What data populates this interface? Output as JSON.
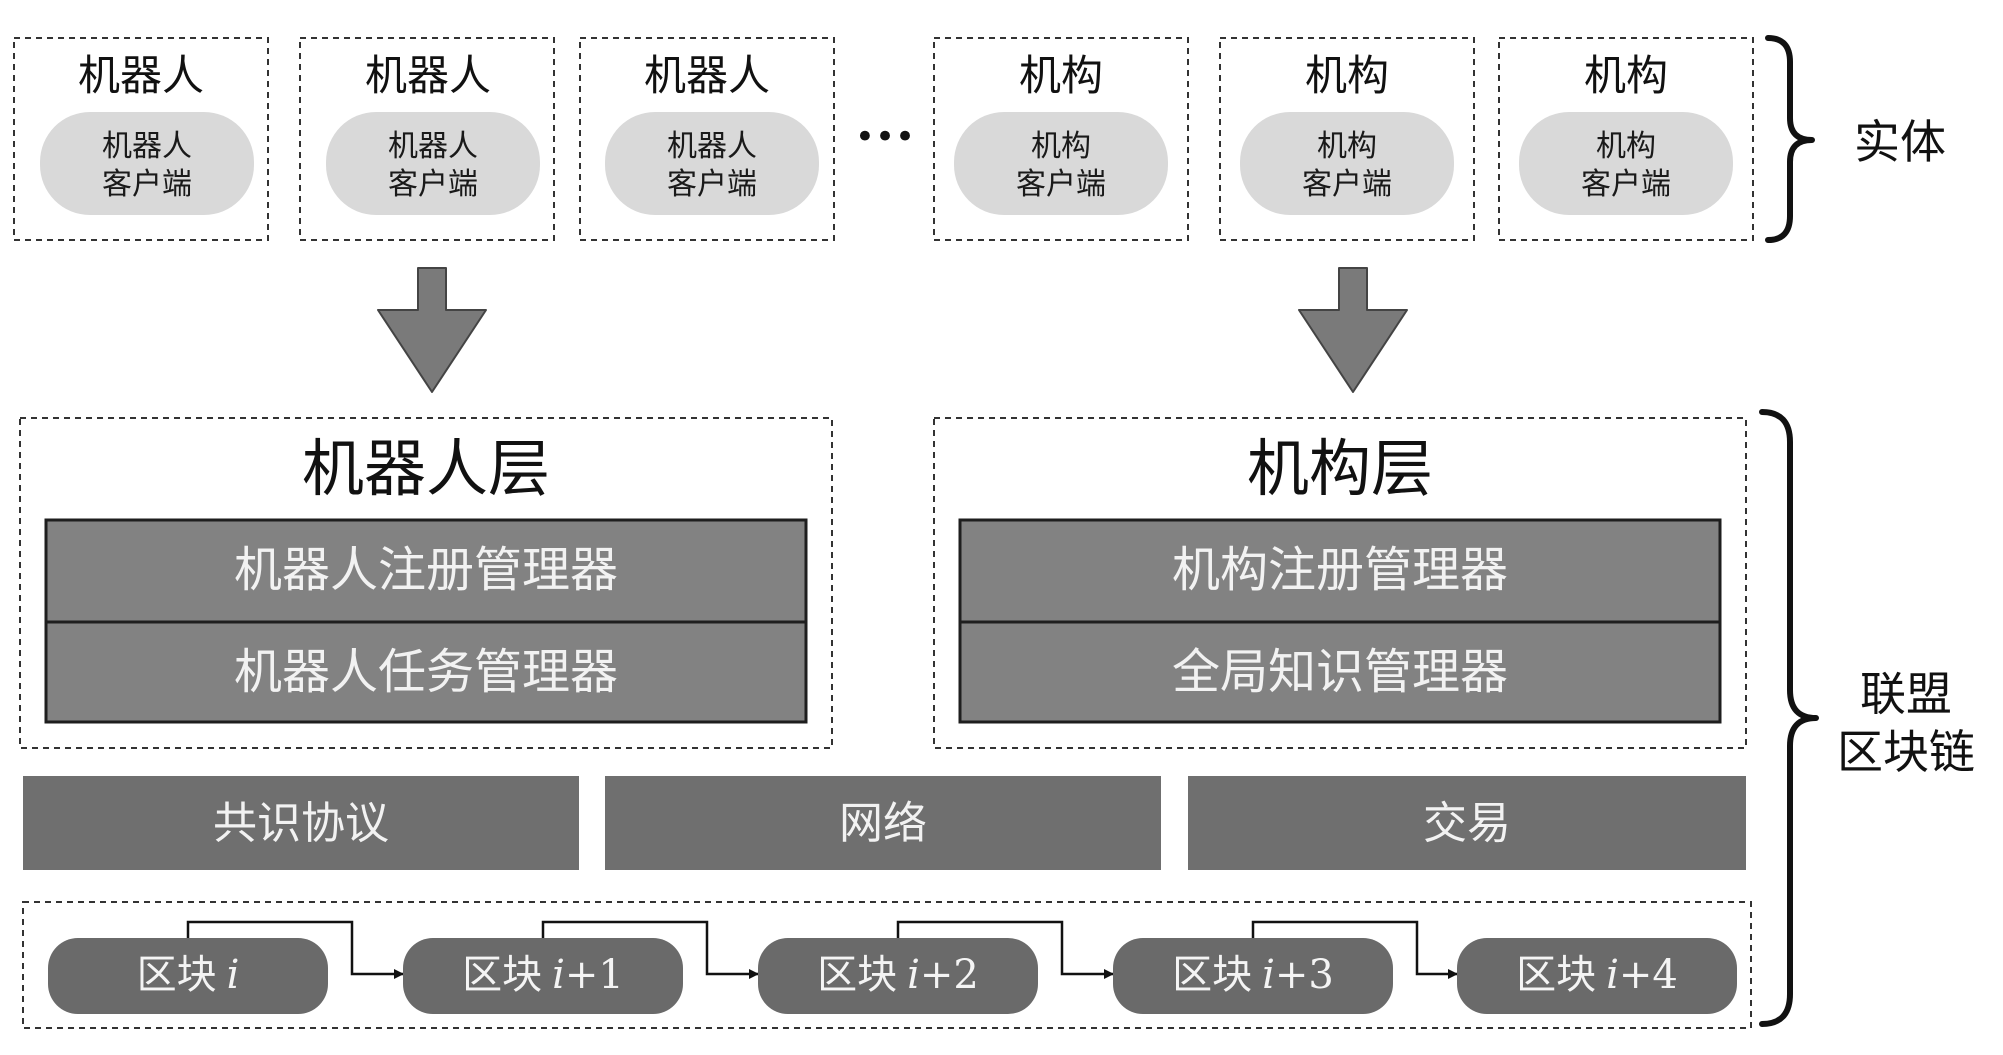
{
  "entities": {
    "cells": [
      {
        "title": "机器人",
        "client_line1": "机器人",
        "client_line2": "客户端"
      },
      {
        "title": "机器人",
        "client_line1": "机器人",
        "client_line2": "客户端"
      },
      {
        "title": "机器人",
        "client_line1": "机器人",
        "client_line2": "客户端"
      },
      {
        "title": "机构",
        "client_line1": "机构",
        "client_line2": "客户端"
      },
      {
        "title": "机构",
        "client_line1": "机构",
        "client_line2": "客户端"
      },
      {
        "title": "机构",
        "client_line1": "机构",
        "client_line2": "客户端"
      }
    ],
    "ellipsis": "•••",
    "brace_label": "实体"
  },
  "layers": {
    "robot": {
      "title": "机器人层",
      "rows": [
        "机器人注册管理器",
        "机器人任务管理器"
      ]
    },
    "institution": {
      "title": "机构层",
      "rows": [
        "机构注册管理器",
        "全局知识管理器"
      ]
    }
  },
  "services": [
    "共识协议",
    "网络",
    "交易"
  ],
  "blocks": [
    {
      "prefix": "区块",
      "var": "i",
      "suffix": ""
    },
    {
      "prefix": "区块",
      "var": "i",
      "suffix": "+1"
    },
    {
      "prefix": "区块",
      "var": "i",
      "suffix": "+2"
    },
    {
      "prefix": "区块",
      "var": "i",
      "suffix": "+3"
    },
    {
      "prefix": "区块",
      "var": "i",
      "suffix": "+4"
    }
  ],
  "consortium_label": {
    "line1": "联盟",
    "line2": "区块链"
  },
  "colors": {
    "dashed_border": "#333333",
    "pill_fill": "#d9d9d9",
    "layer_row_fill": "#828282",
    "service_fill": "#6f6f6f",
    "block_fill": "#6a6a6a",
    "arrow_fill": "#7a7a7a"
  }
}
